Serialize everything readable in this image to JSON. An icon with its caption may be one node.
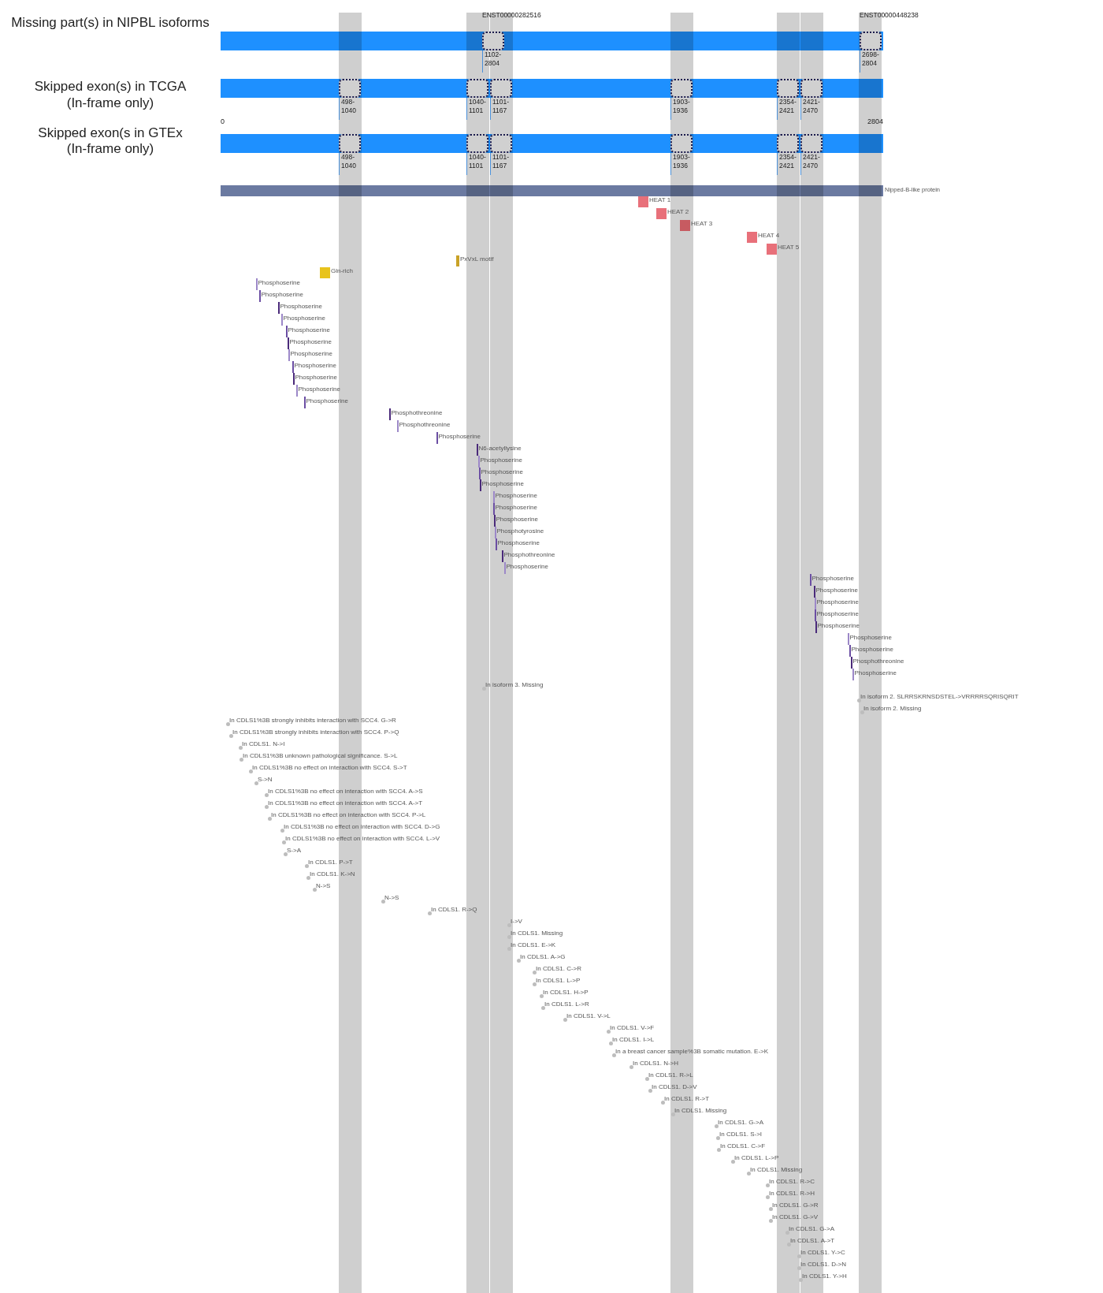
{
  "diagram": {
    "nodes": [
      {
        "text": [],
        "shape": "bar",
        "beside": [
          "Missing part(s) in NIPBL isoforms"
        ]
      },
      {
        "text": [],
        "shape": "box",
        "in": 0,
        "beside": [
          "ENST00000282516",
          "1102-2804"
        ]
      },
      {
        "text": [],
        "shape": "box",
        "in": 0,
        "beside": [
          "ENST00000448238",
          "2698-2804"
        ]
      },
      {
        "text": [],
        "shape": "bar",
        "beside": [
          "Skipped exon(s) in TCGA (In-frame only)"
        ]
      },
      {
        "text": [],
        "shape": "box",
        "in": 3,
        "beside": [
          "498-1040"
        ]
      },
      {
        "text": [],
        "shape": "box",
        "in": 3,
        "beside": [
          "1040-1101"
        ]
      },
      {
        "text": [],
        "shape": "box",
        "in": 3,
        "beside": [
          "1101-1167"
        ]
      },
      {
        "text": [],
        "shape": "box",
        "in": 3,
        "beside": [
          "1903-1936"
        ]
      },
      {
        "text": [],
        "shape": "box",
        "in": 3,
        "beside": [
          "2354-2421"
        ]
      },
      {
        "text": [],
        "shape": "box",
        "in": 3,
        "beside": [
          "2421-2470"
        ]
      },
      {
        "text": [],
        "shape": "bar",
        "beside": [
          "Skipped exon(s in GTEx (In-frame only)"
        ]
      },
      {
        "text": [],
        "shape": "box",
        "in": 10,
        "beside": [
          "498-1040"
        ]
      },
      {
        "text": [],
        "shape": "box",
        "in": 10,
        "beside": [
          "1040-1101"
        ]
      },
      {
        "text": [],
        "shape": "box",
        "in": 10,
        "beside": [
          "1101-1167"
        ]
      },
      {
        "text": [],
        "shape": "box",
        "in": 10,
        "beside": [
          "1903-1936"
        ]
      },
      {
        "text": [],
        "shape": "box",
        "in": 10,
        "beside": [
          "2354-2421"
        ]
      },
      {
        "text": [],
        "shape": "box",
        "in": 10,
        "beside": [
          "2421-2470"
        ]
      },
      {
        "text": [],
        "shape": "bar",
        "beside": [
          "Nipped-B-like protein"
        ]
      },
      {
        "text": [],
        "shape": "box",
        "beside": [
          "HEAT 1"
        ]
      },
      {
        "text": [],
        "shape": "box",
        "beside": [
          "HEAT 2"
        ]
      },
      {
        "text": [],
        "shape": "box",
        "beside": [
          "HEAT 3"
        ]
      },
      {
        "text": [],
        "shape": "box",
        "beside": [
          "HEAT 4"
        ]
      },
      {
        "text": [],
        "shape": "box",
        "beside": [
          "HEAT 5"
        ]
      },
      {
        "text": [],
        "shape": "bar",
        "beside": [
          "PxVxL motif"
        ]
      },
      {
        "text": [],
        "shape": "box",
        "beside": [
          "Gln-rich"
        ]
      },
      {
        "text": [],
        "shape": "bar",
        "beside": [
          "Phosphoserine"
        ]
      },
      {
        "text": [],
        "shape": "bar",
        "beside": [
          "Phosphoserine"
        ]
      },
      {
        "text": [],
        "shape": "bar",
        "beside": [
          "Phosphoserine"
        ]
      },
      {
        "text": [],
        "shape": "bar",
        "beside": [
          "Phosphoserine"
        ]
      },
      {
        "text": [],
        "shape": "bar",
        "beside": [
          "Phosphoserine"
        ]
      },
      {
        "text": [],
        "shape": "bar",
        "beside": [
          "Phosphoserine"
        ]
      },
      {
        "text": [],
        "shape": "bar",
        "beside": [
          "Phosphoserine"
        ]
      },
      {
        "text": [],
        "shape": "bar",
        "beside": [
          "Phosphoserine"
        ]
      },
      {
        "text": [],
        "shape": "bar",
        "beside": [
          "Phosphoserine"
        ]
      },
      {
        "text": [],
        "shape": "bar",
        "beside": [
          "Phosphoserine"
        ]
      },
      {
        "text": [],
        "shape": "bar",
        "beside": [
          "Phosphoserine"
        ]
      },
      {
        "text": [],
        "shape": "bar",
        "beside": [
          "Phosphothreonine"
        ]
      },
      {
        "text": [],
        "shape": "bar",
        "beside": [
          "Phosphothreonine"
        ]
      },
      {
        "text": [],
        "shape": "bar",
        "beside": [
          "Phosphoserine"
        ]
      },
      {
        "text": [],
        "shape": "bar",
        "beside": [
          "N6-acetyllysine"
        ]
      },
      {
        "text": [],
        "shape": "bar",
        "beside": [
          "Phosphoserine"
        ]
      },
      {
        "text": [],
        "shape": "bar",
        "beside": [
          "Phosphoserine"
        ]
      },
      {
        "text": [],
        "shape": "bar",
        "beside": [
          "Phosphoserine"
        ]
      },
      {
        "text": [],
        "shape": "bar",
        "beside": [
          "Phosphoserine"
        ]
      },
      {
        "text": [],
        "shape": "bar",
        "beside": [
          "Phosphoserine"
        ]
      },
      {
        "text": [],
        "shape": "bar",
        "beside": [
          "Phosphoserine"
        ]
      },
      {
        "text": [],
        "shape": "bar",
        "beside": [
          "Phosphotyrosine"
        ]
      },
      {
        "text": [],
        "shape": "bar",
        "beside": [
          "Phosphoserine"
        ]
      },
      {
        "text": [],
        "shape": "bar",
        "beside": [
          "Phosphothreonine"
        ]
      },
      {
        "text": [],
        "shape": "bar",
        "beside": [
          "Phosphoserine"
        ]
      },
      {
        "text": [],
        "shape": "bar",
        "beside": [
          "Phosphoserine"
        ]
      },
      {
        "text": [],
        "shape": "bar",
        "beside": [
          "Phosphoserine"
        ]
      },
      {
        "text": [],
        "shape": "bar",
        "beside": [
          "Phosphoserine"
        ]
      },
      {
        "text": [],
        "shape": "bar",
        "beside": [
          "Phosphoserine"
        ]
      },
      {
        "text": [],
        "shape": "bar",
        "beside": [
          "Phosphoserine"
        ]
      },
      {
        "text": [],
        "shape": "bar",
        "beside": [
          "Phosphoserine"
        ]
      },
      {
        "text": [],
        "shape": "bar",
        "beside": [
          "Phosphoserine"
        ]
      },
      {
        "text": [],
        "shape": "bar",
        "beside": [
          "Phosphothreonine"
        ]
      },
      {
        "text": [],
        "shape": "bar",
        "beside": [
          "Phosphoserine"
        ]
      },
      {
        "text": [],
        "shape": "circle",
        "beside": [
          "In isoform 3. Missing"
        ]
      },
      {
        "text": [],
        "shape": "circle",
        "beside": [
          "In isoform 2. SLRRSKRNSDSTEL->VRRRRSQRISQRIT"
        ]
      },
      {
        "text": [],
        "shape": "circle",
        "beside": [
          "In isoform 2. Missing"
        ]
      },
      {
        "text": [],
        "shape": "circle",
        "beside": [
          "In CDLS1%3B strongly inhibits interaction with SCC4. G->R"
        ]
      },
      {
        "text": [],
        "shape": "circle",
        "beside": [
          "In CDLS1%3B strongly inhibits interaction with SCC4. P->Q"
        ]
      },
      {
        "text": [],
        "shape": "circle",
        "beside": [
          "In CDLS1. N->I"
        ]
      },
      {
        "text": [],
        "shape": "circle",
        "beside": [
          "In CDLS1%3B unknown pathological significance. S->L"
        ]
      },
      {
        "text": [],
        "shape": "circle",
        "beside": [
          "In CDLS1%3B no effect on interaction with SCC4. S->T"
        ]
      },
      {
        "text": [],
        "shape": "circle",
        "beside": [
          "S->N"
        ]
      },
      {
        "text": [],
        "shape": "circle",
        "beside": [
          "In CDLS1%3B no effect on interaction with SCC4. A->S"
        ]
      },
      {
        "text": [],
        "shape": "circle",
        "beside": [
          "In CDLS1%3B no effect on interaction with SCC4. A->T"
        ]
      },
      {
        "text": [],
        "shape": "circle",
        "beside": [
          "In CDLS1%3B no effect on interaction with SCC4. P->L"
        ]
      },
      {
        "text": [],
        "shape": "circle",
        "beside": [
          "In CDLS1%3B no effect on interaction with SCC4. D->G"
        ]
      },
      {
        "text": [],
        "shape": "circle",
        "beside": [
          "In CDLS1%3B no effect on interaction with SCC4. L->V"
        ]
      },
      {
        "text": [],
        "shape": "circle",
        "beside": [
          "S->A"
        ]
      },
      {
        "text": [],
        "shape": "circle",
        "beside": [
          "In CDLS1. P->T"
        ]
      },
      {
        "text": [],
        "shape": "circle",
        "beside": [
          "In CDLS1. K->N"
        ]
      },
      {
        "text": [],
        "shape": "circle",
        "beside": [
          "N->S"
        ]
      },
      {
        "text": [],
        "shape": "circle",
        "beside": [
          "N->S"
        ]
      },
      {
        "text": [],
        "shape": "circle",
        "beside": [
          "In CDLS1. R->Q"
        ]
      },
      {
        "text": [],
        "shape": "circle",
        "beside": [
          "I->V"
        ]
      },
      {
        "text": [],
        "shape": "circle",
        "beside": [
          "In CDLS1. Missing"
        ]
      },
      {
        "text": [],
        "shape": "circle",
        "beside": [
          "In CDLS1. E->K"
        ]
      },
      {
        "text": [],
        "shape": "circle",
        "beside": [
          "In CDLS1. A->G"
        ]
      },
      {
        "text": [],
        "shape": "circle",
        "beside": [
          "In CDLS1. C->R"
        ]
      },
      {
        "text": [],
        "shape": "circle",
        "beside": [
          "In CDLS1. L->P"
        ]
      },
      {
        "text": [],
        "shape": "circle",
        "beside": [
          "In CDLS1. H->P"
        ]
      },
      {
        "text": [],
        "shape": "circle",
        "beside": [
          "In CDLS1. L->R"
        ]
      },
      {
        "text": [],
        "shape": "circle",
        "beside": [
          "In CDLS1. V->L"
        ]
      },
      {
        "text": [],
        "shape": "circle",
        "beside": [
          "In CDLS1. V->F"
        ]
      },
      {
        "text": [],
        "shape": "circle",
        "beside": [
          "In CDLS1. I->L"
        ]
      },
      {
        "text": [],
        "shape": "circle",
        "beside": [
          "In a breast cancer sample%3B somatic mutation. E->K"
        ]
      },
      {
        "text": [],
        "shape": "circle",
        "beside": [
          "In CDLS1. N->H"
        ]
      },
      {
        "text": [],
        "shape": "circle",
        "beside": [
          "In CDLS1. R->L"
        ]
      },
      {
        "text": [],
        "shape": "circle",
        "beside": [
          "In CDLS1. D->V"
        ]
      },
      {
        "text": [],
        "shape": "circle",
        "beside": [
          "In CDLS1. R->T"
        ]
      },
      {
        "text": [],
        "shape": "circle",
        "beside": [
          "In CDLS1. Missing"
        ]
      },
      {
        "text": [],
        "shape": "circle",
        "beside": [
          "In CDLS1. G->A"
        ]
      },
      {
        "text": [],
        "shape": "circle",
        "beside": [
          "In CDLS1. S->I"
        ]
      },
      {
        "text": [],
        "shape": "circle",
        "beside": [
          "In CDLS1. C->F"
        ]
      },
      {
        "text": [],
        "shape": "circle",
        "beside": [
          "In CDLS1. L->P"
        ]
      },
      {
        "text": [],
        "shape": "circle",
        "beside": [
          "In CDLS1. Missing"
        ]
      },
      {
        "text": [],
        "shape": "circle",
        "beside": [
          "In CDLS1. R->C"
        ]
      },
      {
        "text": [],
        "shape": "circle",
        "beside": [
          "In CDLS1. R->H"
        ]
      },
      {
        "text": [],
        "shape": "circle",
        "beside": [
          "In CDLS1. G->R"
        ]
      },
      {
        "text": [],
        "shape": "circle",
        "beside": [
          "In CDLS1. G->V"
        ]
      },
      {
        "text": [],
        "shape": "circle",
        "beside": [
          "In CDLS1. G->A"
        ]
      },
      {
        "text": [],
        "shape": "circle",
        "beside": [
          "In CDLS1. A->T"
        ]
      },
      {
        "text": [],
        "shape": "circle",
        "beside": [
          "In CDLS1. Y->C"
        ]
      },
      {
        "text": [],
        "shape": "circle",
        "beside": [
          "In CDLS1. D->N"
        ]
      },
      {
        "text": [],
        "shape": "circle",
        "beside": [
          "In CDLS1. Y->H"
        ]
      }
    ],
    "labels": [
      "0",
      "2804"
    ]
  }
}
